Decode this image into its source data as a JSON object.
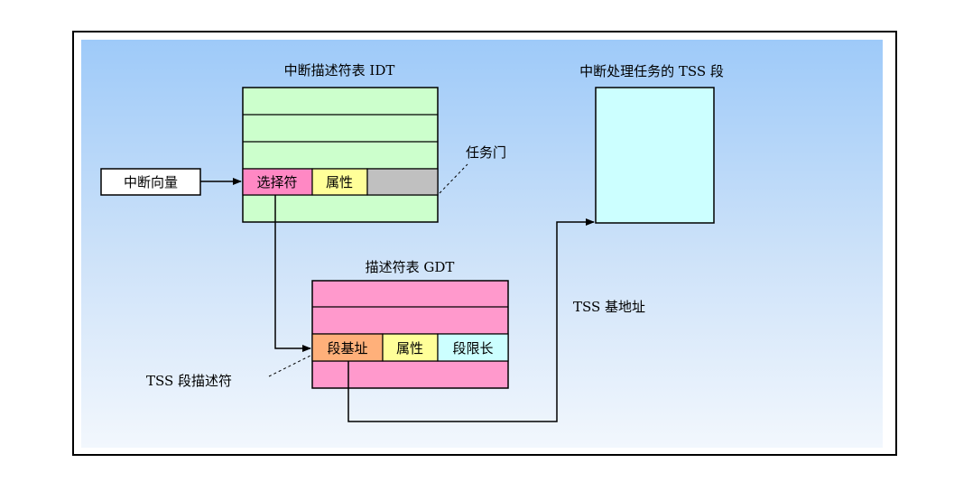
{
  "idt": {
    "title": "中断描述符表 IDT",
    "selector": "选择符",
    "attr": "属性",
    "gate_label": "任务门"
  },
  "vector": {
    "label": "中断向量"
  },
  "gdt": {
    "title": "描述符表 GDT",
    "base": "段基址",
    "attr": "属性",
    "limit": "段限长",
    "descriptor_label": "TSS 段描述符"
  },
  "tss": {
    "title": "中断处理任务的 TSS 段",
    "base_label": "TSS 基地址"
  },
  "colors": {
    "idt": "#ccffcc",
    "gdt": "#ff99cc",
    "selector": "#ff88c4",
    "attr": "#ffff99",
    "gray": "#c0c0c0",
    "base": "#ffb07a",
    "limit": "#ccffff",
    "tss": "#ccffff"
  }
}
